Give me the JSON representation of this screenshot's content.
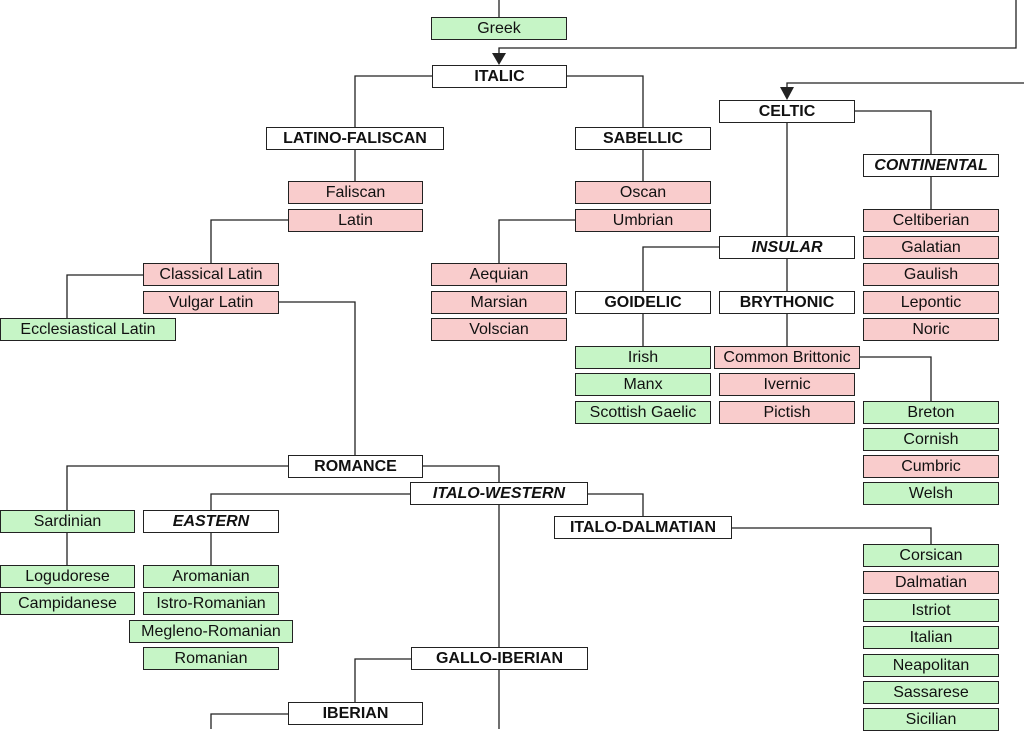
{
  "colors": {
    "living": "#c6f5c6",
    "extinct": "#f9cccc",
    "group": "#ffffff",
    "line": "#222222"
  },
  "tree": {
    "greek": {
      "label": "Greek",
      "kind": "living"
    },
    "italic": {
      "label": "ITALIC",
      "kind": "group"
    },
    "latino_faliscan": {
      "label": "LATINO-FALISCAN",
      "kind": "group"
    },
    "faliscan": {
      "label": "Faliscan",
      "kind": "extinct"
    },
    "latin": {
      "label": "Latin",
      "kind": "extinct"
    },
    "classical_latin": {
      "label": "Classical Latin",
      "kind": "extinct"
    },
    "vulgar_latin": {
      "label": "Vulgar Latin",
      "kind": "extinct"
    },
    "ecclesiastical_latin": {
      "label": "Ecclesiastical Latin",
      "kind": "living"
    },
    "sabellic": {
      "label": "SABELLIC",
      "kind": "group"
    },
    "oscan": {
      "label": "Oscan",
      "kind": "extinct"
    },
    "umbrian": {
      "label": "Umbrian",
      "kind": "extinct"
    },
    "aequian": {
      "label": "Aequian",
      "kind": "extinct"
    },
    "marsian": {
      "label": "Marsian",
      "kind": "extinct"
    },
    "volscian": {
      "label": "Volscian",
      "kind": "extinct"
    },
    "celtic": {
      "label": "CELTIC",
      "kind": "group"
    },
    "continental": {
      "label": "CONTINENTAL",
      "kind": "italic"
    },
    "celtiberian": {
      "label": "Celtiberian",
      "kind": "extinct"
    },
    "galatian": {
      "label": "Galatian",
      "kind": "extinct"
    },
    "gaulish": {
      "label": "Gaulish",
      "kind": "extinct"
    },
    "lepontic": {
      "label": "Lepontic",
      "kind": "extinct"
    },
    "noric": {
      "label": "Noric",
      "kind": "extinct"
    },
    "insular": {
      "label": "INSULAR",
      "kind": "italic"
    },
    "goidelic": {
      "label": "GOIDELIC",
      "kind": "group"
    },
    "brythonic": {
      "label": "BRYTHONIC",
      "kind": "group"
    },
    "irish": {
      "label": "Irish",
      "kind": "living"
    },
    "manx": {
      "label": "Manx",
      "kind": "living"
    },
    "scottish_gaelic": {
      "label": "Scottish Gaelic",
      "kind": "living"
    },
    "common_brittonic": {
      "label": "Common Brittonic",
      "kind": "extinct"
    },
    "ivernic": {
      "label": "Ivernic",
      "kind": "extinct"
    },
    "pictish": {
      "label": "Pictish",
      "kind": "extinct"
    },
    "breton": {
      "label": "Breton",
      "kind": "living"
    },
    "cornish": {
      "label": "Cornish",
      "kind": "living"
    },
    "cumbric": {
      "label": "Cumbric",
      "kind": "extinct"
    },
    "welsh": {
      "label": "Welsh",
      "kind": "living"
    },
    "romance": {
      "label": "ROMANCE",
      "kind": "group"
    },
    "sardinian": {
      "label": "Sardinian",
      "kind": "living"
    },
    "logudorese": {
      "label": "Logudorese",
      "kind": "living"
    },
    "campidanese": {
      "label": "Campidanese",
      "kind": "living"
    },
    "eastern": {
      "label": "EASTERN",
      "kind": "italic"
    },
    "aromanian": {
      "label": "Aromanian",
      "kind": "living"
    },
    "istro_romanian": {
      "label": "Istro-Romanian",
      "kind": "living"
    },
    "megleno_romanian": {
      "label": "Megleno-Romanian",
      "kind": "living"
    },
    "romanian": {
      "label": "Romanian",
      "kind": "living"
    },
    "italo_western": {
      "label": "ITALO-WESTERN",
      "kind": "italic"
    },
    "italo_dalmatian": {
      "label": "ITALO-DALMATIAN",
      "kind": "group"
    },
    "corsican": {
      "label": "Corsican",
      "kind": "living"
    },
    "dalmatian": {
      "label": "Dalmatian",
      "kind": "extinct"
    },
    "istriot": {
      "label": "Istriot",
      "kind": "living"
    },
    "italian": {
      "label": "Italian",
      "kind": "living"
    },
    "neapolitan": {
      "label": "Neapolitan",
      "kind": "living"
    },
    "sassarese": {
      "label": "Sassarese",
      "kind": "living"
    },
    "sicilian": {
      "label": "Sicilian",
      "kind": "living"
    },
    "gallo_iberian": {
      "label": "GALLO-IBERIAN",
      "kind": "group"
    },
    "iberian": {
      "label": "IBERIAN",
      "kind": "group"
    }
  }
}
